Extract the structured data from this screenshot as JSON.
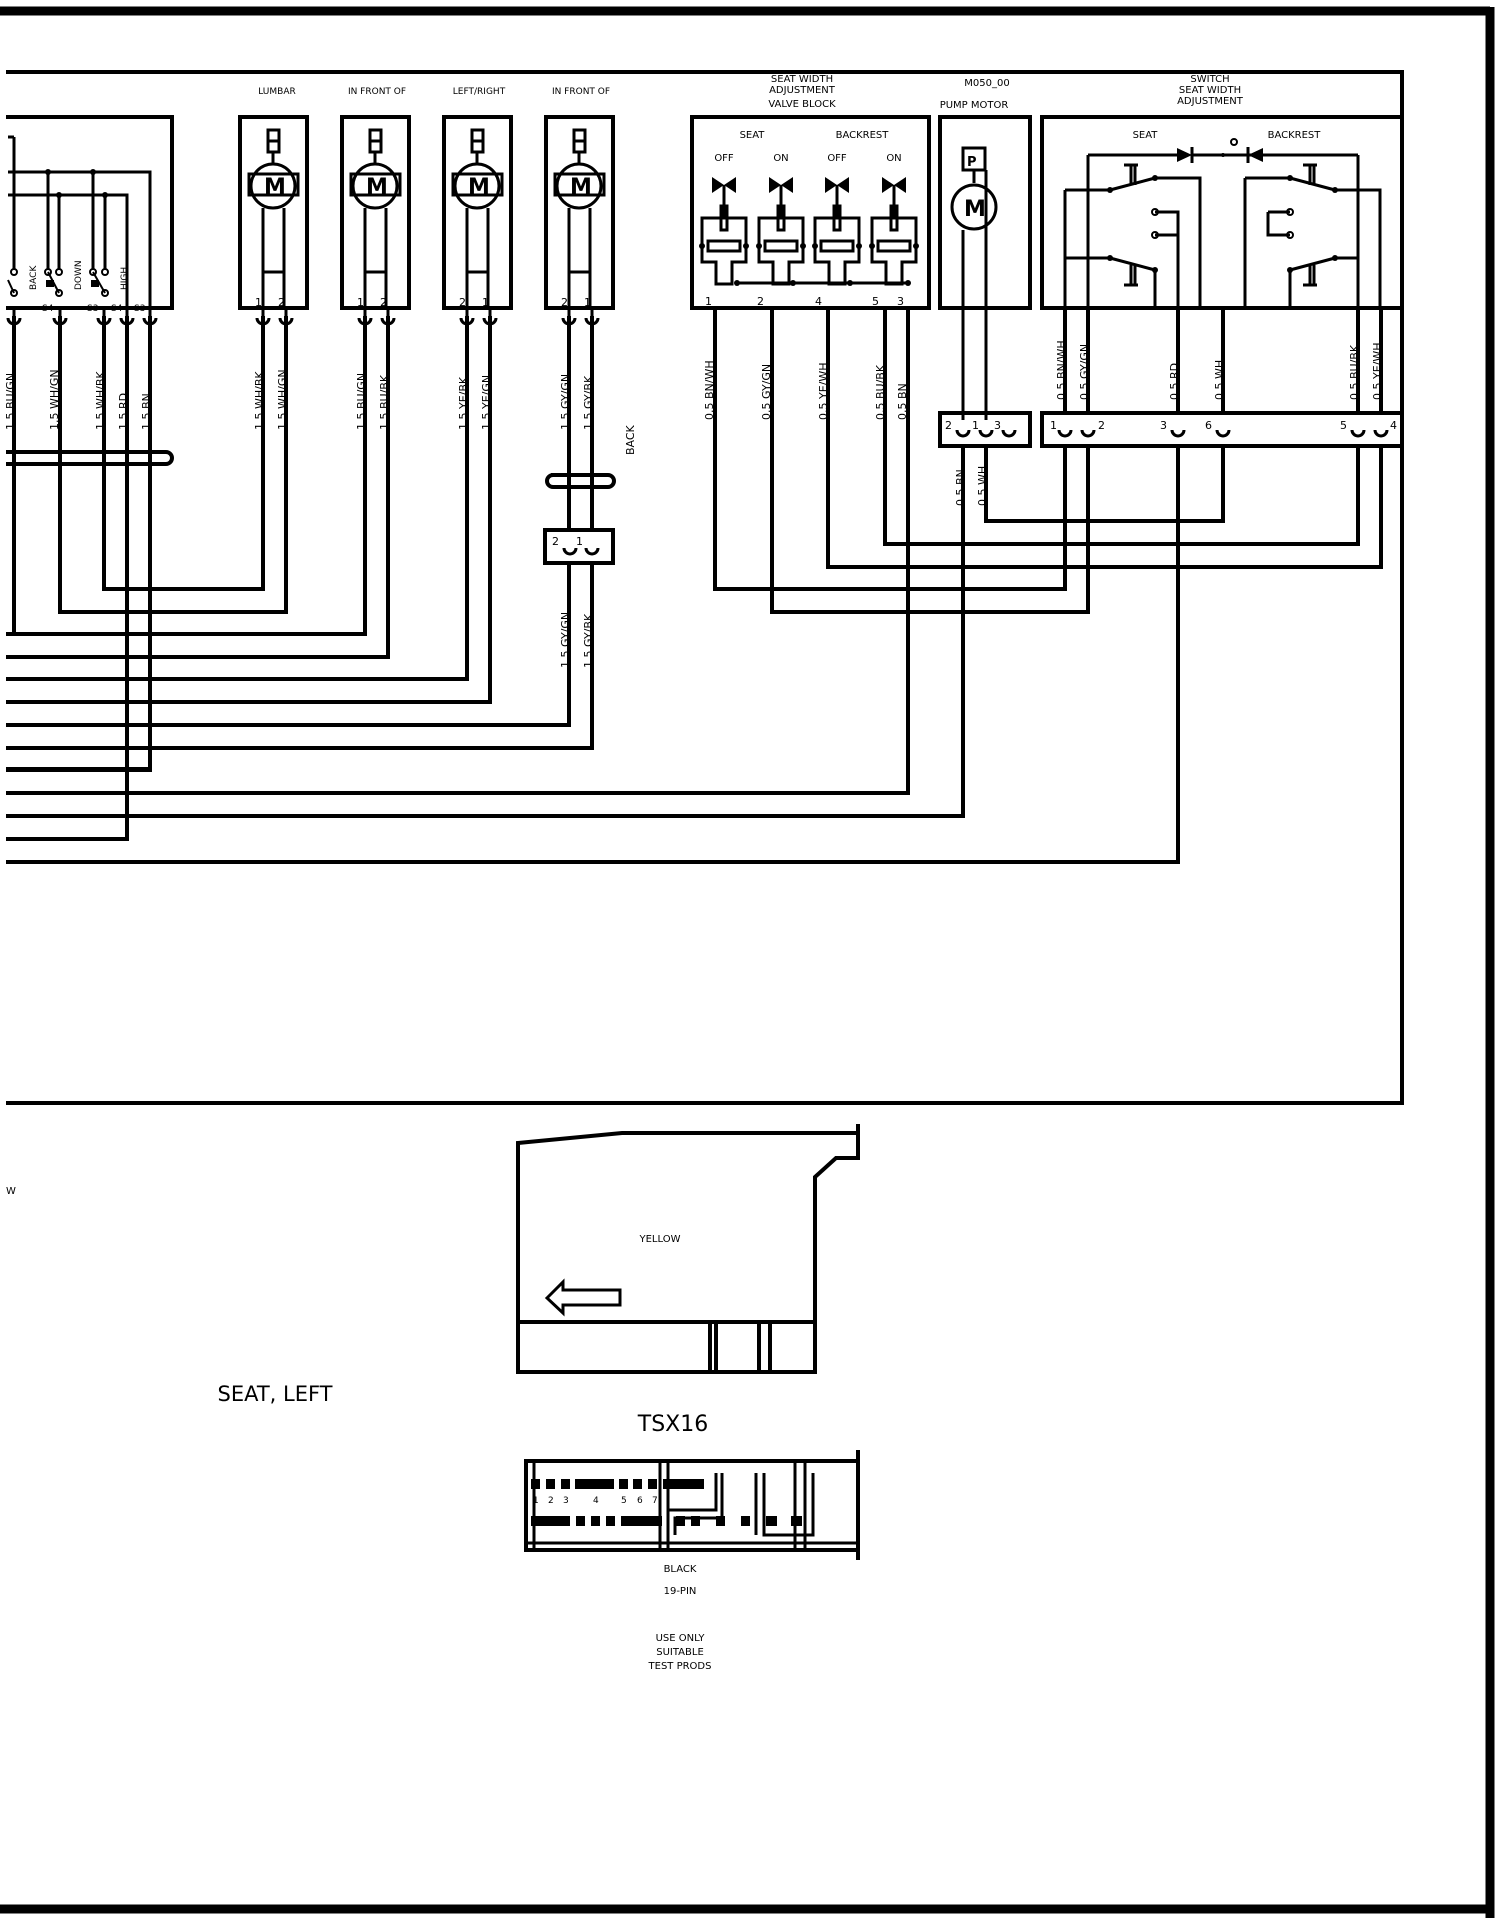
{
  "components": {
    "lumbar": "LUMBAR",
    "in_front_of_1": "IN FRONT OF",
    "left_right": "LEFT/RIGHT",
    "in_front_of_2": "IN FRONT OF",
    "valve_block": [
      "SEAT WIDTH",
      "ADJUSTMENT",
      "VALVE BLOCK"
    ],
    "pump_code": "M050_00",
    "pump_motor": "PUMP MOTOR",
    "switch": [
      "SWITCH",
      "SEAT WIDTH",
      "ADJUSTMENT"
    ]
  },
  "switch_labels": {
    "back": "BACK",
    "down": "DOWN",
    "high": "HIGH",
    "pin_a": "S4",
    "pin_b": "S3",
    "pin_c": "S4",
    "pin_d": "S3"
  },
  "valve_labels": {
    "seat": "SEAT",
    "backrest": "BACKREST",
    "off1": "OFF",
    "on1": "ON",
    "off2": "OFF",
    "on2": "ON"
  },
  "switch_block_labels": {
    "seat": "SEAT",
    "backrest": "BACKREST"
  },
  "pins": {
    "lumbar": [
      "1",
      "2"
    ],
    "in_front_1": [
      "1",
      "2"
    ],
    "left_right": [
      "2",
      "1"
    ],
    "in_front_2": [
      "2",
      "1"
    ],
    "back_connector": [
      "2",
      "1"
    ],
    "valve": [
      "1",
      "2",
      "4",
      "5",
      "3"
    ],
    "pump": [
      "2",
      "1",
      "3"
    ],
    "switch": [
      "1",
      "2",
      "3",
      "6",
      "5",
      "4"
    ]
  },
  "wires": {
    "w1": "1.5 BU/GN",
    "w2": "1.5 WH/GN",
    "w3": "1.5 WH/BK",
    "w4": "1.5 RD",
    "w5": "1.5 BN",
    "w6": "1.5 WH/BK",
    "w7": "1.5 WH/GN",
    "w8": "1.5 BU/GN",
    "w9": "1.5 BU/BK",
    "w10": "1.5 YE/BK",
    "w11": "1.5 YE/GN",
    "w12": "1.5 GY/GN",
    "w13": "1.5 GY/BK",
    "w14": "1.5 GY/GN",
    "w15": "1.5 GY/BK",
    "v1": "0.5 BN/WH",
    "v2": "0.5 GY/GN",
    "v3": "0.5 YE/WH",
    "v4": "0.5 BU/BK",
    "v5": "0.5 BN",
    "p1": "0.5 BN",
    "p2": "0.5 WH",
    "s1": "0.5 BN/WH",
    "s2": "0.5 GY/GN",
    "s3": "0.5 RD",
    "s4": "0.5 WH",
    "s5": "0.5 BU/BK",
    "s6": "0.5 YE/WH"
  },
  "back_label": "BACK",
  "edge_label": "W",
  "seat_title": "SEAT, LEFT",
  "connector": {
    "color": "YELLOW",
    "name": "TSX16",
    "housing": "BLACK",
    "pins": "19-PIN",
    "note": [
      "USE ONLY",
      "SUITABLE",
      "TEST PRODS"
    ],
    "row1": [
      "1",
      "2",
      "3",
      "4",
      "5",
      "6",
      "7"
    ]
  }
}
